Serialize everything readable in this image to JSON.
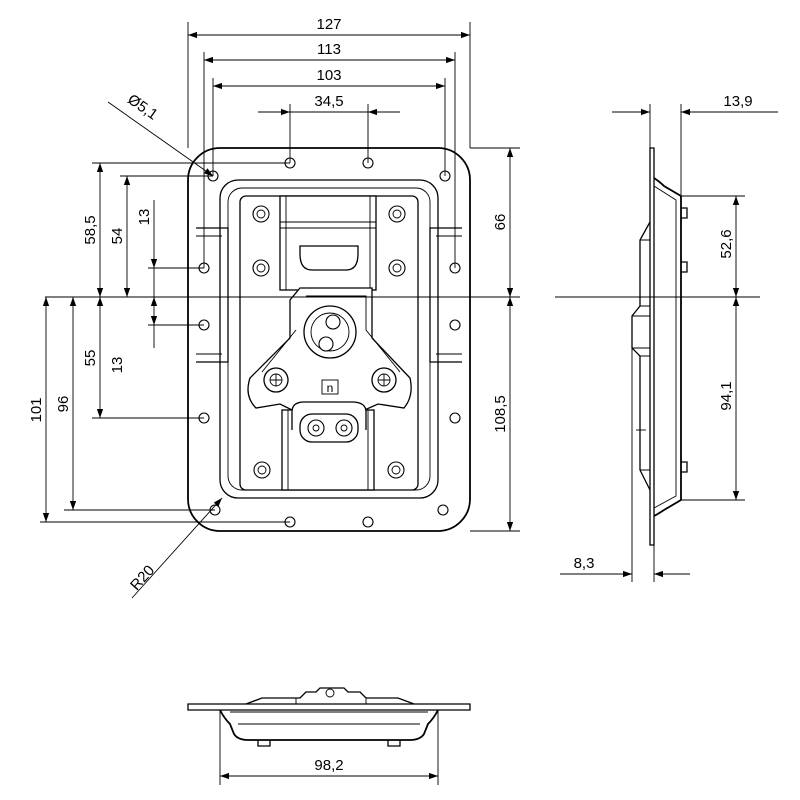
{
  "front_view": {
    "dim_overall_width": "127",
    "dim_outer_hole_spacing": "113",
    "dim_inner_hole_spacing": "103",
    "dim_top_hole_pitch": "34,5",
    "dim_hole_diameter": "Ø5,1",
    "dim_upper_to_center": "58,5",
    "dim_inner_upper": "54",
    "dim_short_upper": "13",
    "dim_short_lower": "13",
    "dim_lower_55": "55",
    "dim_lower_96": "96",
    "dim_lower_101": "101",
    "dim_right_upper": "66",
    "dim_right_lower": "108,5",
    "dim_corner_radius": "R20",
    "logo_mark": "n"
  },
  "side_view": {
    "dim_depth_top": "13,9",
    "dim_upper": "52,6",
    "dim_lower": "94,1",
    "dim_flange": "8,3"
  },
  "bottom_view": {
    "dim_width": "98,2"
  }
}
